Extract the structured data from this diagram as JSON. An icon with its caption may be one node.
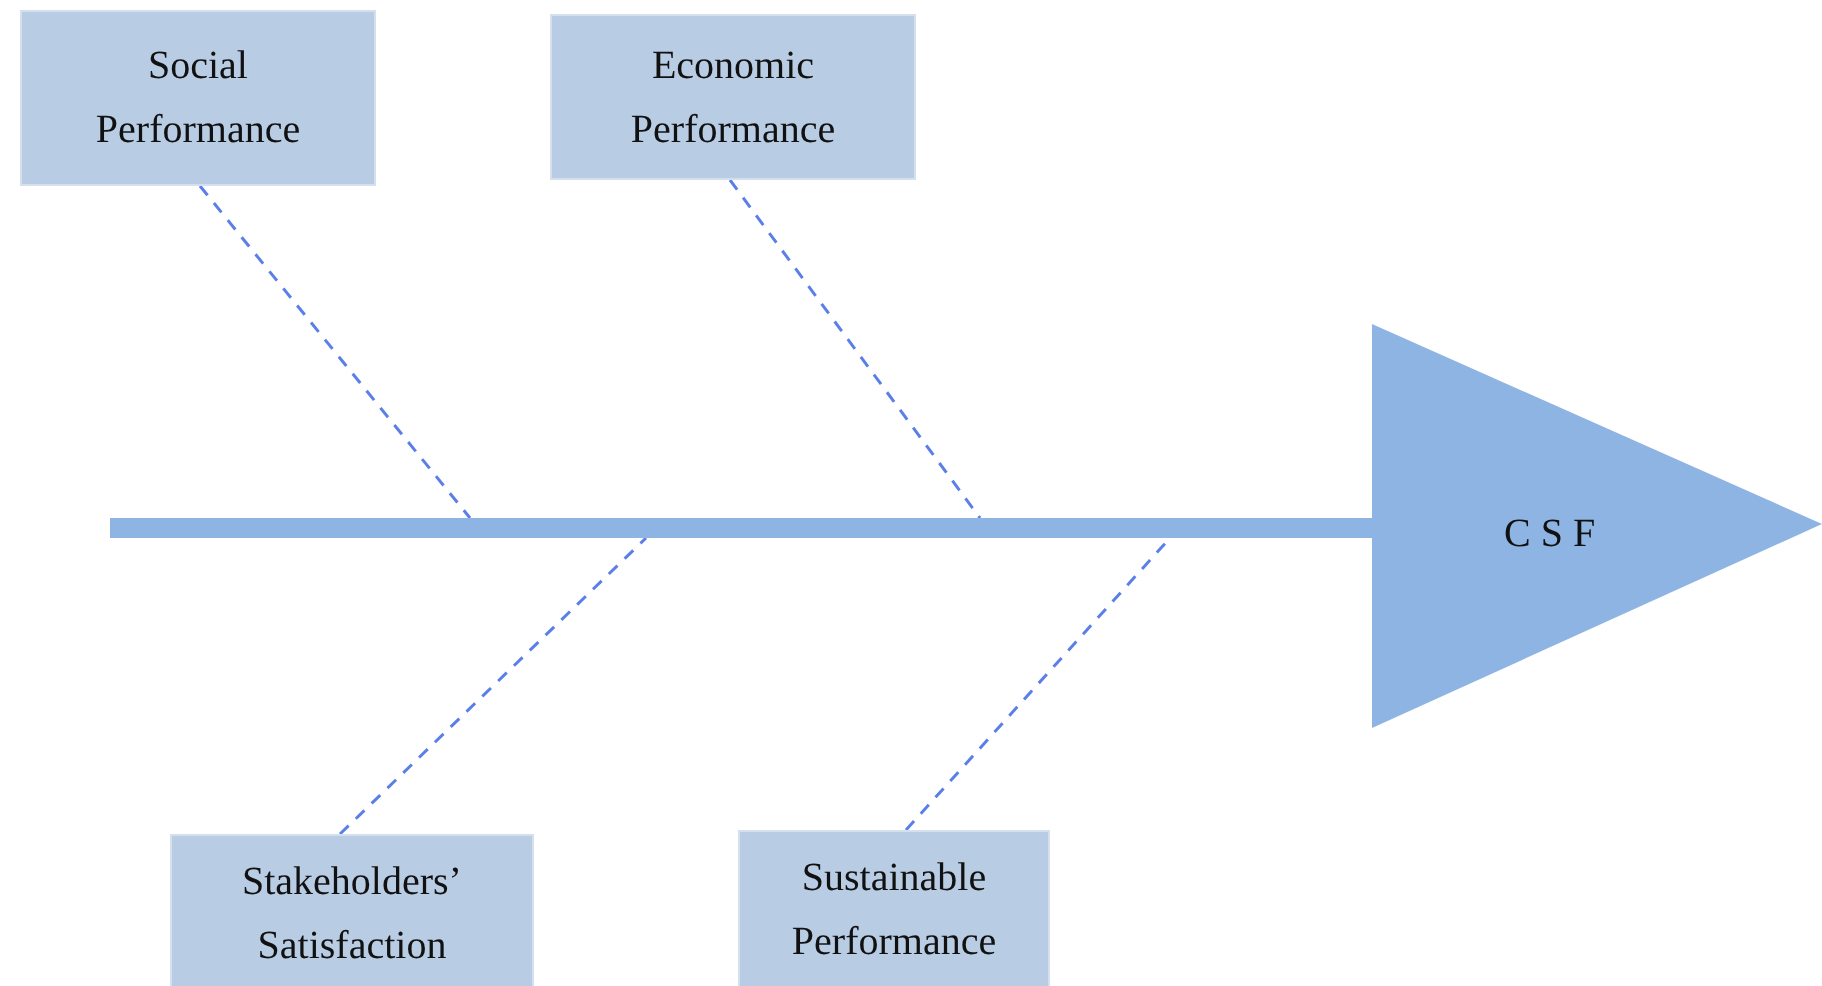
{
  "diagram": {
    "nodes": [
      {
        "text": [
          "Social Performance"
        ]
      },
      {
        "text": [
          "Economic Performance"
        ]
      },
      {
        "text": [
          "Stakeholders’ Satisfaction"
        ]
      },
      {
        "text": [
          "Sustainable Performance"
        ]
      },
      {
        "text": [
          "C S F"
        ]
      },
      {
        "text": [],
        "shape": "bar"
      }
    ],
    "edges": [
      {
        "from": 0,
        "to": 5,
        "arrow": "none",
        "style": "dashed"
      },
      {
        "from": 1,
        "to": 5,
        "arrow": "none",
        "style": "dashed"
      },
      {
        "from": 2,
        "to": 5,
        "arrow": "none",
        "style": "dashed"
      },
      {
        "from": 3,
        "to": 5,
        "arrow": "none",
        "style": "dashed"
      }
    ]
  }
}
